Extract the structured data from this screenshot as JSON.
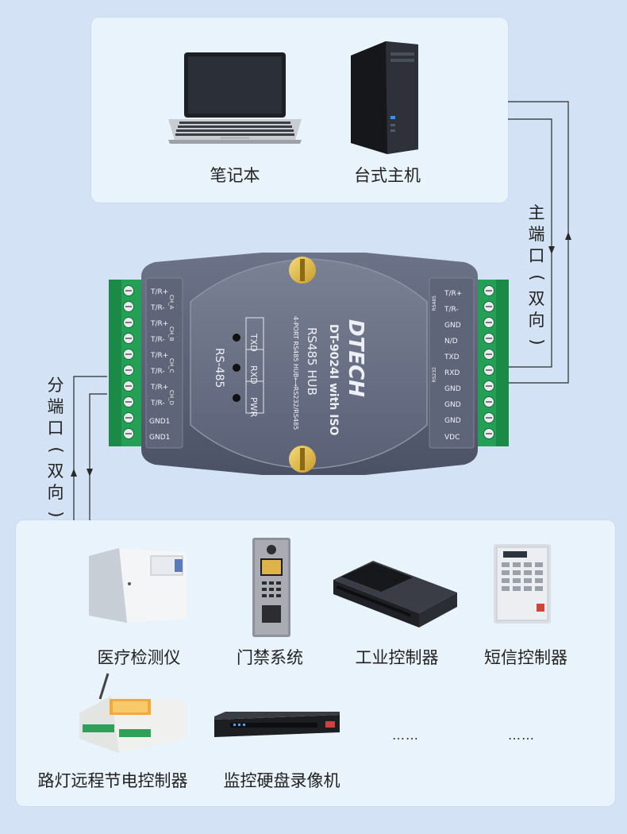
{
  "top_devices": {
    "laptop_label": "笔记本",
    "desktop_label": "台式主机"
  },
  "main_port_label": [
    "主",
    "端",
    "口",
    "(",
    "双",
    "向",
    ")"
  ],
  "sub_port_label": [
    "分",
    "端",
    "口",
    "(",
    "双",
    "向",
    ")"
  ],
  "hub": {
    "brand": "DTECH",
    "model": "DT-9024I with ISO",
    "product": "RS485 HUB",
    "subtitle": "4-PORT RS485 HUB⟷RS232/RS485",
    "rs485_label": "RS-485",
    "leds": [
      "TXD",
      "RXD",
      "PWR"
    ],
    "left_pins": [
      "T/R+",
      "T/R-",
      "T/R+",
      "T/R-",
      "T/R+",
      "T/R-",
      "T/R+",
      "T/R-",
      "GND1",
      "GND1"
    ],
    "left_channels": [
      "CH_A",
      "CH_B",
      "CH_C",
      "CH_D"
    ],
    "right_pins": [
      "T/R+",
      "T/R-",
      "GND",
      "N/D",
      "TXD",
      "RXD",
      "GND",
      "GND",
      "GND",
      "VDC"
    ],
    "right_groups": [
      "RS485",
      "RS232"
    ]
  },
  "bottom_devices": [
    {
      "label": "医疗检测仪",
      "icon": "medical-analyzer-icon"
    },
    {
      "label": "门禁系统",
      "icon": "door-access-panel-icon"
    },
    {
      "label": "工业控制器",
      "icon": "industrial-controller-icon"
    },
    {
      "label": "短信控制器",
      "icon": "sms-controller-icon"
    },
    {
      "label": "路灯远程节电控制器",
      "icon": "streetlight-controller-icon"
    },
    {
      "label": "监控硬盘录像机",
      "icon": "nvr-recorder-icon"
    }
  ],
  "more_placeholders": [
    "……",
    "……"
  ],
  "colors": {
    "background": "#d3e3f5",
    "panel": "#e9f3fc",
    "hub_body": "#5b6176",
    "terminal_green": "#27a45a"
  }
}
